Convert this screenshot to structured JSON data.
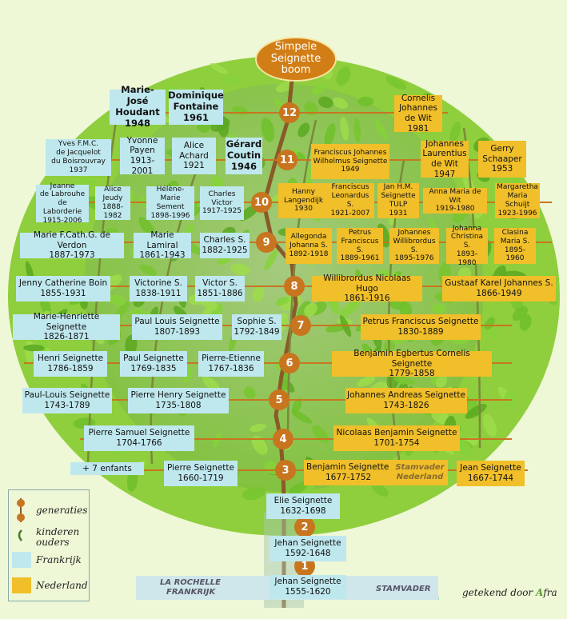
{
  "title": {
    "line1": "Simpele",
    "line2": "Seignette",
    "line3": "boom"
  },
  "generations": [
    "1",
    "2",
    "3",
    "4",
    "5",
    "6",
    "7",
    "8",
    "9",
    "10",
    "11",
    "12"
  ],
  "persons": {
    "jehan1": {
      "name": "Jehan Seignette",
      "dates": "1555-1620"
    },
    "jehan2": {
      "name": "Jehan Seignette",
      "dates": "1592-1648"
    },
    "elie": {
      "name": "Elie Seignette",
      "dates": "1632-1698"
    },
    "enfants": {
      "name": "+ 7 enfants"
    },
    "pierre1660": {
      "name": "Pierre Seignette",
      "dates": "1660-1719"
    },
    "benjamin1677": {
      "name": "Benjamin Seignette",
      "dates": "1677-1752"
    },
    "jean": {
      "name": "Jean Seignette",
      "dates": "1667-1744"
    },
    "pierresamuel": {
      "name": "Pierre Samuel Seignette",
      "dates": "1704-1766"
    },
    "nicolaas": {
      "name": "Nicolaas Benjamin Seignette",
      "dates": "1701-1754"
    },
    "paullouis1743": {
      "name": "Paul-Louis Seignette",
      "dates": "1743-1789"
    },
    "pierrehenry": {
      "name": "Pierre Henry Seignette",
      "dates": "1735-1808"
    },
    "johannes1743": {
      "name": "Johannes Andreas Seignette",
      "dates": "1743-1826"
    },
    "henri": {
      "name": "Henri Seignette",
      "dates": "1786-1859"
    },
    "paul1769": {
      "name": "Paul Seignette",
      "dates": "1769-1835"
    },
    "pierreetienne": {
      "name": "Pierre-Etienne",
      "dates": "1767-1836"
    },
    "benjaminegb": {
      "name": "Benjamin Egbertus Cornelis Seignette",
      "dates": "1779-1858"
    },
    "mariehenriette": {
      "name": "Marie-Henriette Seignette",
      "dates": "1826-1871"
    },
    "paullouis1807": {
      "name": "Paul Louis Seignette",
      "dates": "1807-1893"
    },
    "sophie": {
      "name": "Sophie S.",
      "dates": "1792-1849"
    },
    "petrusfranc": {
      "name": "Petrus Franciscus Seignette",
      "dates": "1830-1889"
    },
    "jenny": {
      "name": "Jenny Catherine Boin",
      "dates": "1855-1931"
    },
    "victorine": {
      "name": "Victorine S.",
      "dates": "1838-1911"
    },
    "victor": {
      "name": "Victor S.",
      "dates": "1851-1886"
    },
    "willibrordus1861": {
      "name": "Willibrordus Nicolaas Hugo",
      "dates": "1861-1916"
    },
    "gustaaf": {
      "name": "Gustaaf Karel Johannes S.",
      "dates": "1866-1949"
    },
    "mariefcath": {
      "name": "Marie F.Cath.G. de Verdon",
      "dates": "1887-1973"
    },
    "marielamiral": {
      "name": "Marie Lamiral",
      "dates": "1861-1943"
    },
    "charles1882": {
      "name": "Charles S.",
      "dates": "1882-1925"
    },
    "allegonda": {
      "l1": "Allegonda",
      "l2": "Johanna S.",
      "dates": "1892-1918"
    },
    "petrus1889": {
      "l1": "Petrus",
      "l2": "Franciscus S.",
      "dates": "1889-1961"
    },
    "johanneswill": {
      "l1": "Johannes",
      "l2": "Willibrordus S.",
      "dates": "1895-1976"
    },
    "johannachr": {
      "l1": "Johanna",
      "l2": "Christina S.",
      "dates": "1893-1980"
    },
    "clasina": {
      "l1": "Clasina",
      "l2": "Maria S.",
      "dates": "1895-1960"
    },
    "jeanne": {
      "l1": "Jeanne",
      "l2": "de Labrouhe",
      "l3": "de Laborderie",
      "dates": "1915-2006"
    },
    "alicejeudy": {
      "l1": "Alice",
      "l2": "Jeudy",
      "dates": "1888-1982"
    },
    "helene": {
      "l1": "Hélène-Marie",
      "l2": "Sement",
      "dates": "1898-1996"
    },
    "charlesvictor": {
      "l1": "Charles",
      "l2": "Victor",
      "dates": "1917-1925"
    },
    "hanny": {
      "l1": "Hanny",
      "l2": "Langendijk",
      "dates": "1930"
    },
    "franciscusleo": {
      "l1": "Franciscus",
      "l2": "Leonardus S.",
      "dates": "1921-2007"
    },
    "janhm": {
      "l1": "Jan H.M.",
      "l2": "Seignette",
      "l3": "TULP 1931"
    },
    "annamaria": {
      "l1": "Anna Maria de Wit",
      "dates": "1919-1980"
    },
    "margaretha": {
      "l1": "Margaretha",
      "l2": "Maria Schuijt",
      "dates": "1923-1996"
    },
    "yves": {
      "l1": "Yves F.M.C.",
      "l2": "de Jacquelot",
      "l3": "du Boisrouvray",
      "dates": "1937"
    },
    "yvonne": {
      "l1": "Yvonne",
      "l2": "Payen",
      "dates": "1913-2001"
    },
    "alicea": {
      "l1": "Alice",
      "l2": "Achard",
      "dates": "1921"
    },
    "gerard": {
      "l1": "Gérard",
      "l2": "Coutin",
      "dates": "1946"
    },
    "franciscusjw": {
      "l1": "Franciscus Johannes",
      "l2": "Wilhelmus Seignette",
      "dates": "1949"
    },
    "johanneslaur": {
      "l1": "Johannes",
      "l2": "Laurentius",
      "l3": "de Wit 1947"
    },
    "gerry": {
      "l1": "Gerry",
      "l2": "Schaaper",
      "dates": "1953"
    },
    "mariejose": {
      "l1": "Marie-José",
      "l2": "Houdant",
      "dates": "1948"
    },
    "dominique": {
      "l1": "Dominique",
      "l2": "Fontaine",
      "dates": "1961"
    },
    "cornelis": {
      "l1": "Cornelis",
      "l2": "Johannes",
      "l3": "de Wit 1981"
    }
  },
  "stamvader_nl": {
    "l1": "Stamvader",
    "l2": "Nederland"
  },
  "ground": {
    "left1": "LA ROCHELLE",
    "left2": "FRANKRIJK",
    "right": "STAMVADER"
  },
  "legend": {
    "generaties": "generaties",
    "kinderen": "kinderen",
    "ouders": "ouders",
    "frankrijk": "Frankrijk",
    "nederland": "Nederland"
  },
  "credit": {
    "prefix": "getekend door ",
    "a": "A",
    "rest": "fra"
  },
  "colors": {
    "frankrijk": "#bfe8ee",
    "nederland": "#f0bf2a",
    "generation": "#c87520",
    "leaf": "#7fc832",
    "trunk": "#8a5a28"
  }
}
